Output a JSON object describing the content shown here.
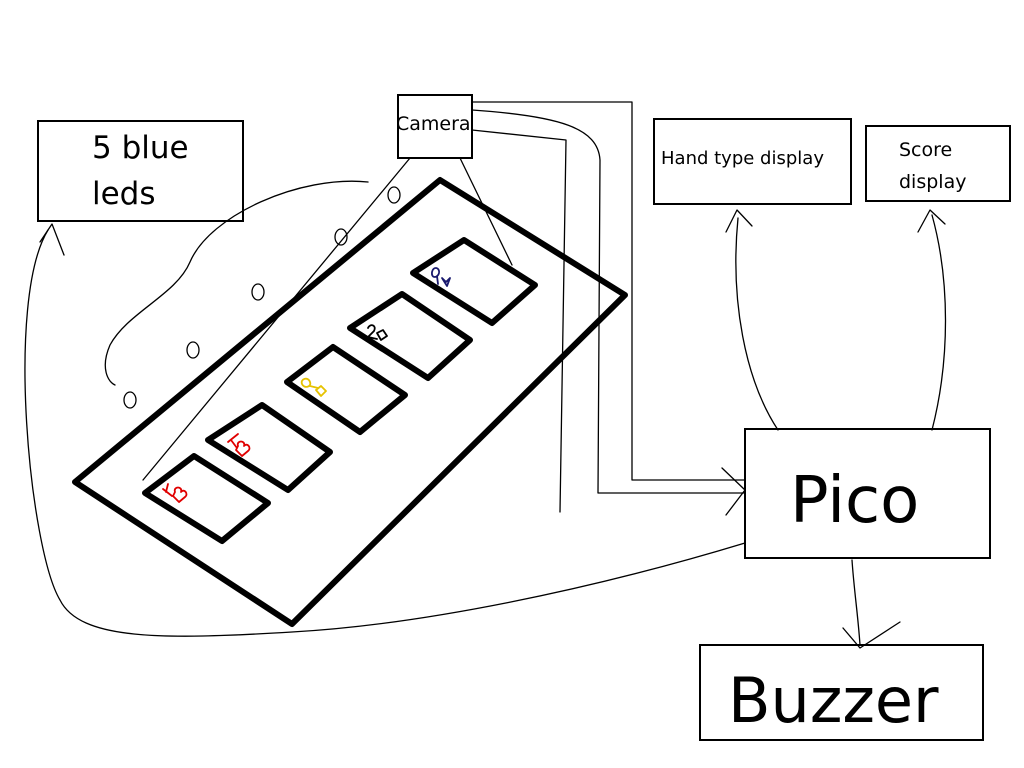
{
  "nodes": {
    "leds": {
      "line1": "5 blue",
      "line2": "leds"
    },
    "camera": {
      "label": "Camera"
    },
    "hand_type_display": {
      "label": "Hand type display"
    },
    "score_display": {
      "line1": "Score",
      "line2": "display"
    },
    "pico": {
      "label": "Pico"
    },
    "buzzer": {
      "label": "Buzzer"
    }
  },
  "colors": {
    "card_1": "#e00000",
    "card_2": "#e00000",
    "card_3": "#e6c200",
    "card_4": "#000000",
    "card_5": "#1a1a6e"
  }
}
